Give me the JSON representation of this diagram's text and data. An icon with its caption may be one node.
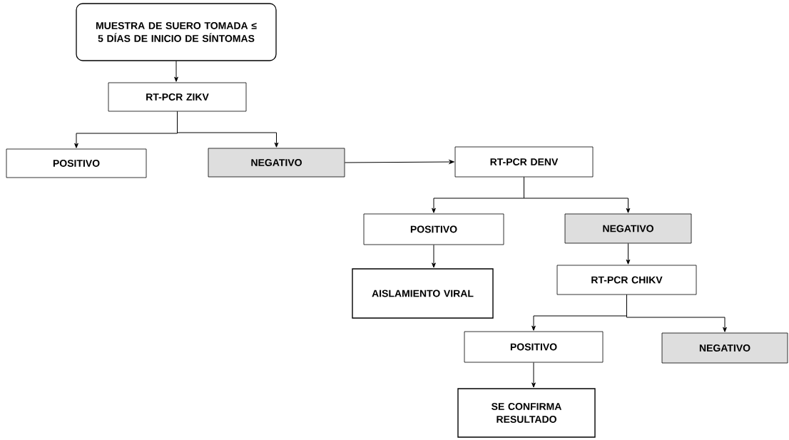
{
  "diagram": {
    "nodes": [
      {
        "text": [
          "MUESTRA DE SUERO TOMADA ≤ 5 DÍAS DE INICIO DE SÍNTOMAS"
        ]
      },
      {
        "text": [
          "RT-PCR ZIKV"
        ]
      },
      {
        "text": [
          "POSITIVO"
        ]
      },
      {
        "text": [
          "NEGATIVO"
        ]
      },
      {
        "text": [
          "RT-PCR DENV"
        ]
      },
      {
        "text": [
          "POSITIVO"
        ]
      },
      {
        "text": [
          "NEGATIVO"
        ]
      },
      {
        "text": [
          "AISLAMIENTO VIRAL"
        ]
      },
      {
        "text": [
          "RT-PCR CHIKV"
        ]
      },
      {
        "text": [
          "POSITIVO"
        ]
      },
      {
        "text": [
          "NEGATIVO"
        ]
      },
      {
        "text": [
          "SE CONFIRMA RESULTADO"
        ]
      }
    ],
    "edges": [
      {
        "from": 0,
        "to": 1,
        "arrow": "to"
      },
      {
        "from": 1,
        "to": 2,
        "arrow": "to"
      },
      {
        "from": 1,
        "to": 3,
        "arrow": "to"
      },
      {
        "from": 3,
        "to": 4,
        "arrow": "to"
      },
      {
        "from": 4,
        "to": 5,
        "arrow": "to"
      },
      {
        "from": 4,
        "to": 6,
        "arrow": "to"
      },
      {
        "from": 5,
        "to": 7,
        "arrow": "to"
      },
      {
        "from": 6,
        "to": 8,
        "arrow": "to"
      },
      {
        "from": 8,
        "to": 9,
        "arrow": "to"
      },
      {
        "from": 8,
        "to": 10,
        "arrow": "to"
      },
      {
        "from": 9,
        "to": 11,
        "arrow": "to"
      }
    ]
  }
}
